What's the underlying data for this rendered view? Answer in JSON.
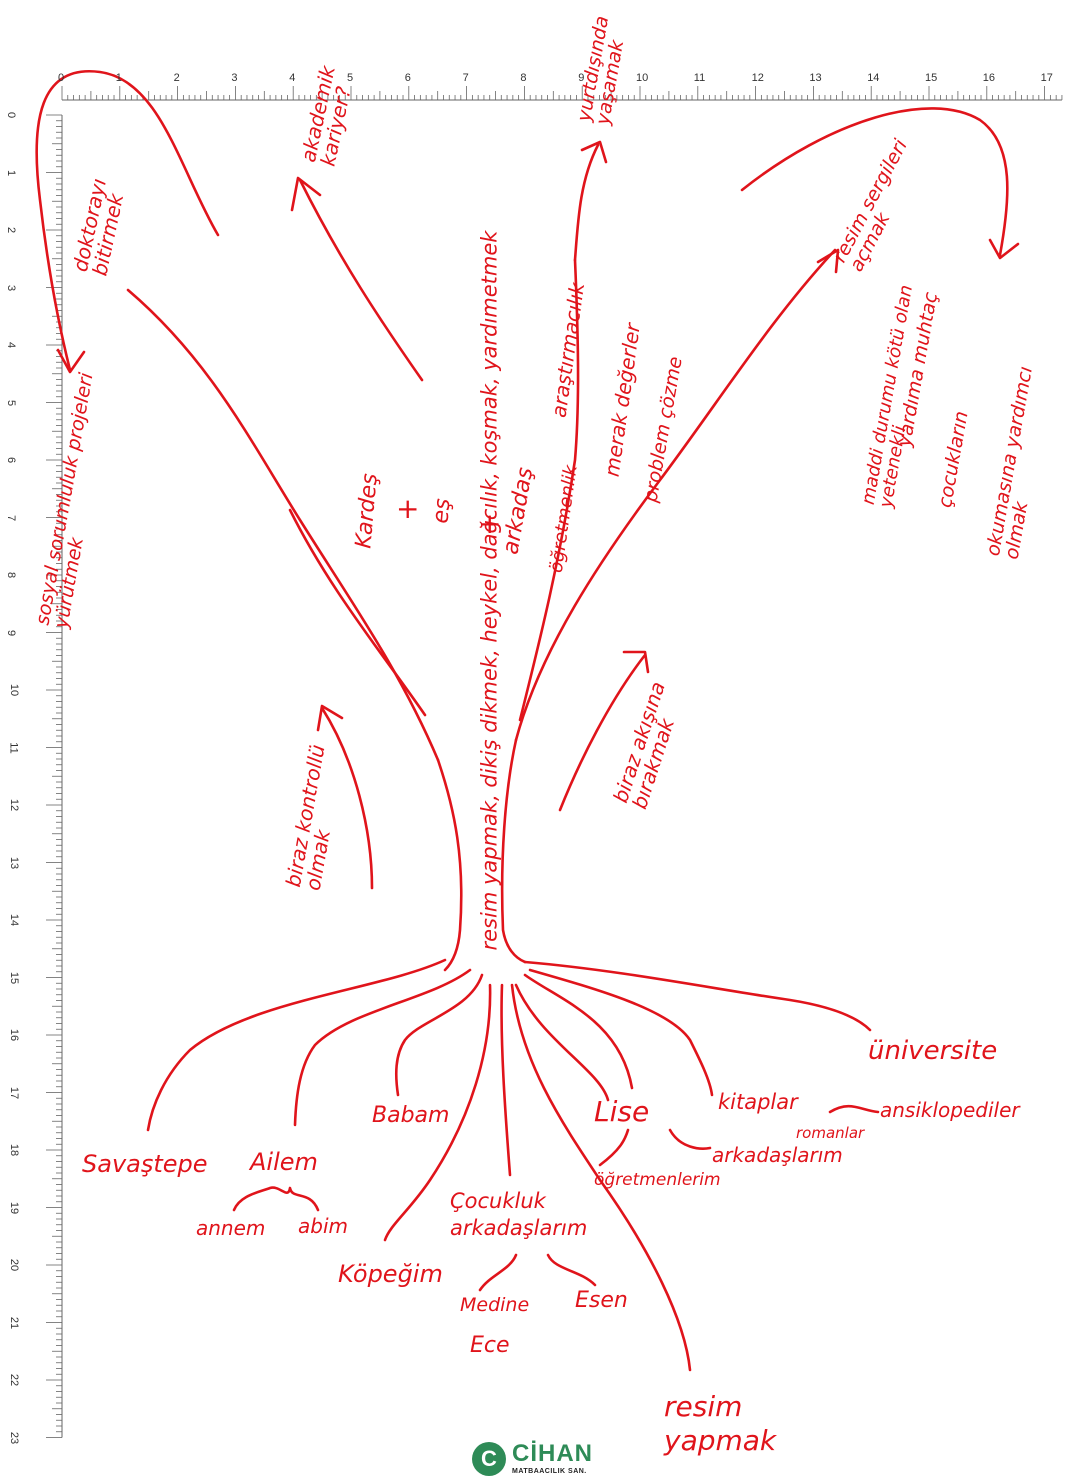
{
  "ruler": {
    "top_numbers": [
      "0",
      "1",
      "2",
      "3",
      "4",
      "5",
      "6",
      "7",
      "8",
      "9",
      "10",
      "11",
      "12",
      "13",
      "14",
      "15",
      "16",
      "17"
    ],
    "left_numbers": [
      "0",
      "1",
      "2",
      "3",
      "4",
      "5",
      "6",
      "7",
      "8",
      "9",
      "10",
      "11",
      "12",
      "13",
      "14",
      "15",
      "16",
      "17",
      "18",
      "19",
      "20",
      "21",
      "22",
      "23"
    ]
  },
  "colors": {
    "ink": "#e0141b",
    "ruler": "#666666",
    "logo": "#2e8b57"
  },
  "trunk": {
    "label": "resim yapmak, dikiş dikmek, heykel, dağcılık, koşmak, yardımetmek"
  },
  "branches": {
    "left_outer": {
      "goal": "doktorayı bitirmek",
      "note": "sosyal sorumluluk projeleri yürütmek"
    },
    "left_mid": {
      "goal": "akademik kariyer?"
    },
    "center": {
      "goal": "yurtdışında yaşamak",
      "people": [
        "Kardeş",
        "eş",
        "arkadaş"
      ],
      "plus": "+",
      "qualities": [
        "araştırmacılık",
        "öğretmenlik",
        "merak değerler",
        "problem çözme"
      ]
    },
    "right": {
      "goal": "resim sergileri açmak",
      "notes": [
        "maddi durumu kötü olan yetenekli",
        "yardıma muhtaç",
        "çocukların",
        "okumasına yardımcı olmak"
      ]
    },
    "side_left": {
      "label": "biraz kontrollü olmak"
    },
    "side_right": {
      "label": "biraz akışına bırakmak"
    }
  },
  "roots": {
    "savasigee": "Savaştepe",
    "aile": "Ailem",
    "aile_sub": [
      "annem",
      "abim"
    ],
    "baba": "Babam",
    "kopek": "Köpeğim",
    "cocukluk": "Çocukluk arkadaşlarım",
    "cocukluk_sub": [
      "Medine",
      "Esen",
      "Ece"
    ],
    "lise": "Lise",
    "lise_sub": [
      "öğretmenlerim",
      "arkadaşlarım"
    ],
    "kitaplar": "kitaplar",
    "kitaplar_sub": [
      "ansiklopediler",
      "romanlar"
    ],
    "universite": "üniversite",
    "resim": "resim yapmak"
  },
  "logo": {
    "name": "CİHAN",
    "sub": "MATBAACILIK SAN."
  }
}
